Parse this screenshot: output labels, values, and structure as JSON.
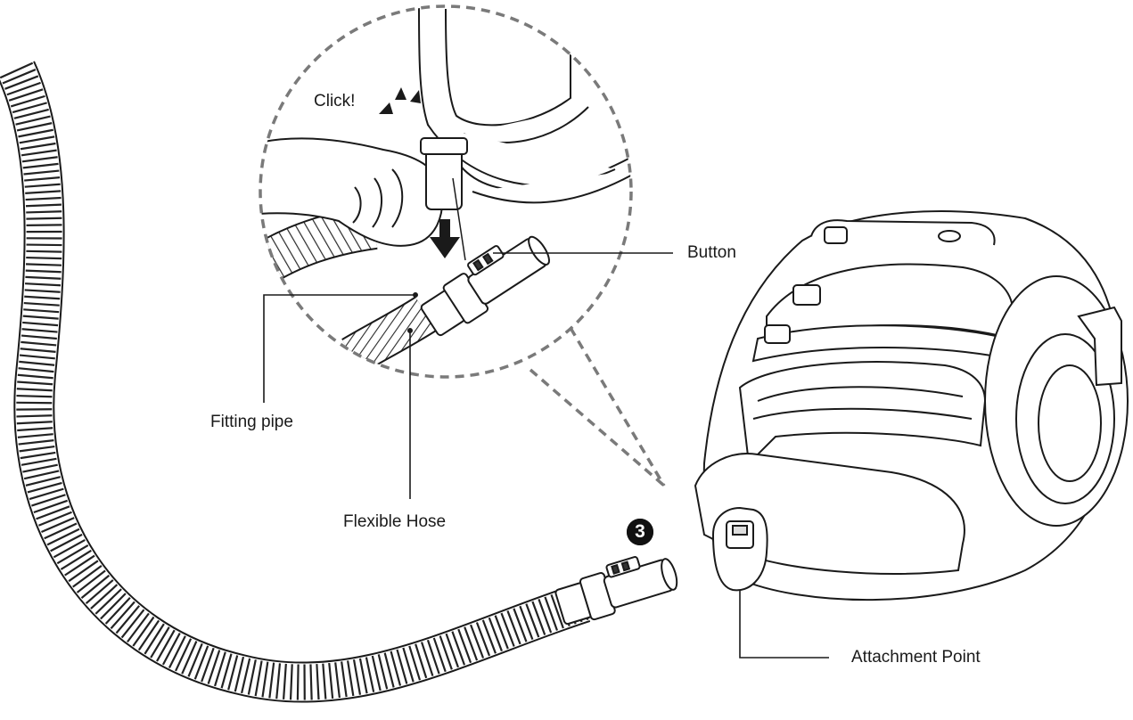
{
  "labels": {
    "click": "Click!",
    "button": "Button",
    "fitting_pipe": "Fitting pipe",
    "flexible_hose": "Flexible Hose",
    "attachment_point": "Attachment Point"
  },
  "step_number": "3",
  "colors": {
    "line": "#1a1a1a",
    "dashed_outline": "#7a7a7a",
    "badge": "#111111"
  }
}
